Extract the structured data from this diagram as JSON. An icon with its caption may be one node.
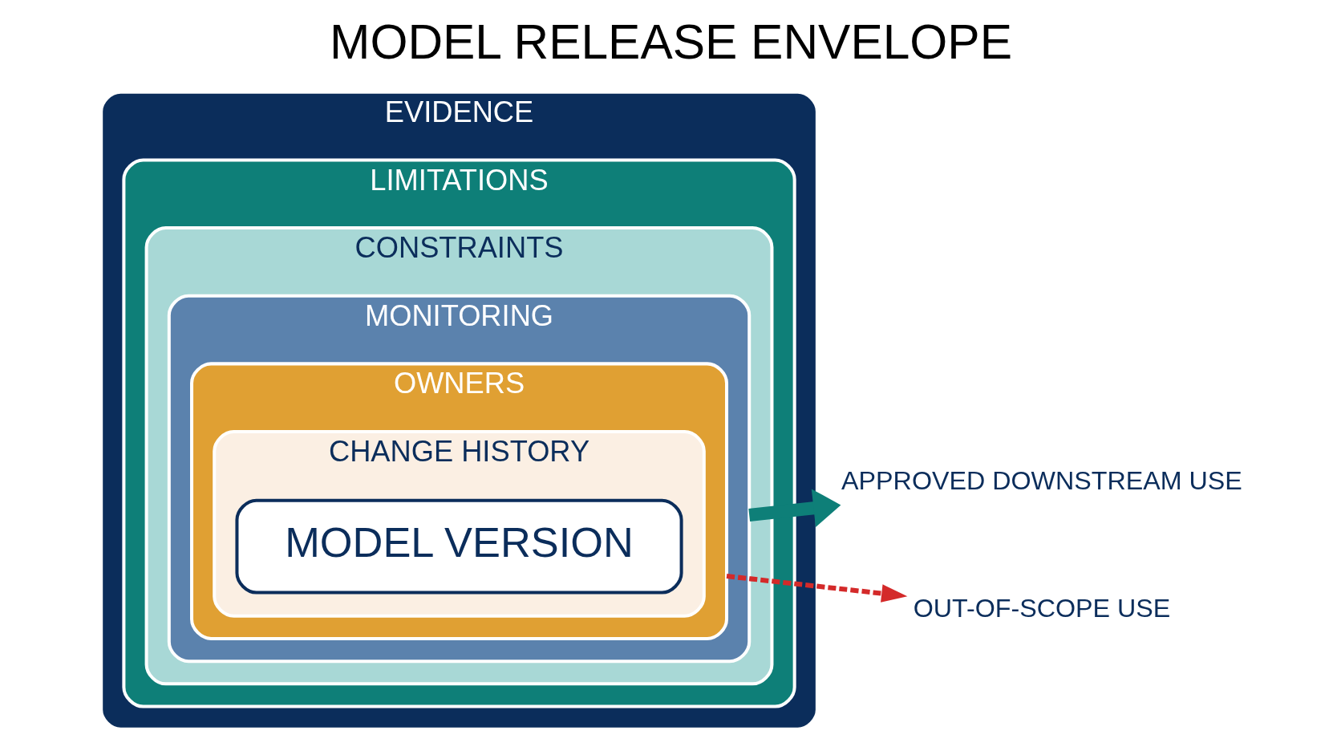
{
  "diagram": {
    "title": "MODEL RELEASE ENVELOPE",
    "nodes": [
      {
        "text": [
          "EVIDENCE"
        ]
      },
      {
        "text": [
          "LIMITATIONS"
        ],
        "in": 0
      },
      {
        "text": [
          "CONSTRAINTS"
        ],
        "in": 1
      },
      {
        "text": [
          "MONITORING"
        ],
        "in": 2
      },
      {
        "text": [
          "OWNERS"
        ],
        "in": 3
      },
      {
        "text": [
          "CHANGE HISTORY"
        ],
        "in": 4
      },
      {
        "text": [
          "MODEL VERSION"
        ],
        "in": 5
      },
      {
        "text": [
          "APPROVED DOWNSTREAM USE"
        ]
      },
      {
        "text": [
          "OUT-OF-SCOPE USE"
        ]
      }
    ],
    "edges": [
      {
        "from": 3,
        "to": 7,
        "arrow": "to",
        "style": "thick",
        "color": "#0e7f78"
      },
      {
        "from": 4,
        "to": 8,
        "arrow": "to",
        "style": "dashed",
        "color": "#d42a2a"
      }
    ]
  }
}
